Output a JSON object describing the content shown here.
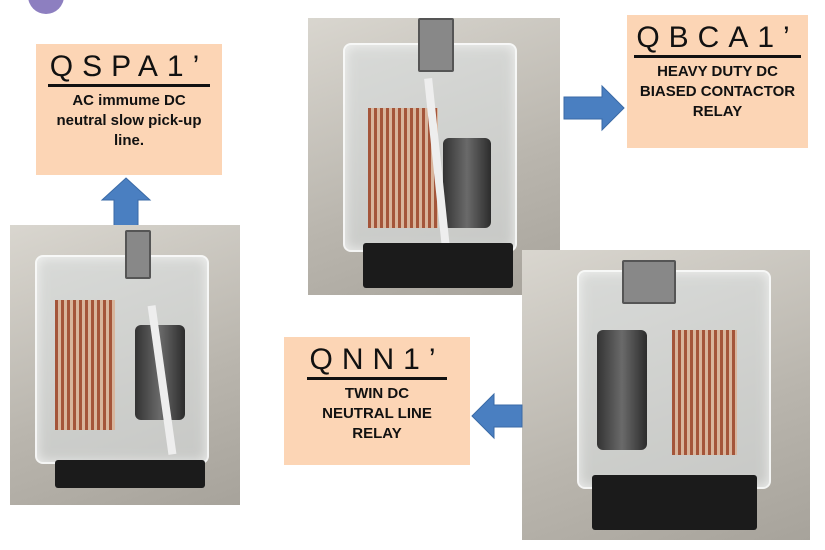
{
  "labels": [
    {
      "code": "QSPA1’",
      "description_lines": [
        "AC immume DC",
        "neutral slow pick-up",
        "line."
      ]
    },
    {
      "code": "QBCA1’",
      "description_lines": [
        "HEAVY DUTY DC",
        "BIASED CONTACTOR",
        "RELAY"
      ]
    },
    {
      "code": "QNN1’",
      "description_lines": [
        "TWIN DC",
        "NEUTRAL LINE",
        "RELAY"
      ]
    }
  ],
  "colors": {
    "label_bg": "#fcd5b5",
    "arrow": "#4a7fc1",
    "accent_circle": "#8d7fc0"
  }
}
